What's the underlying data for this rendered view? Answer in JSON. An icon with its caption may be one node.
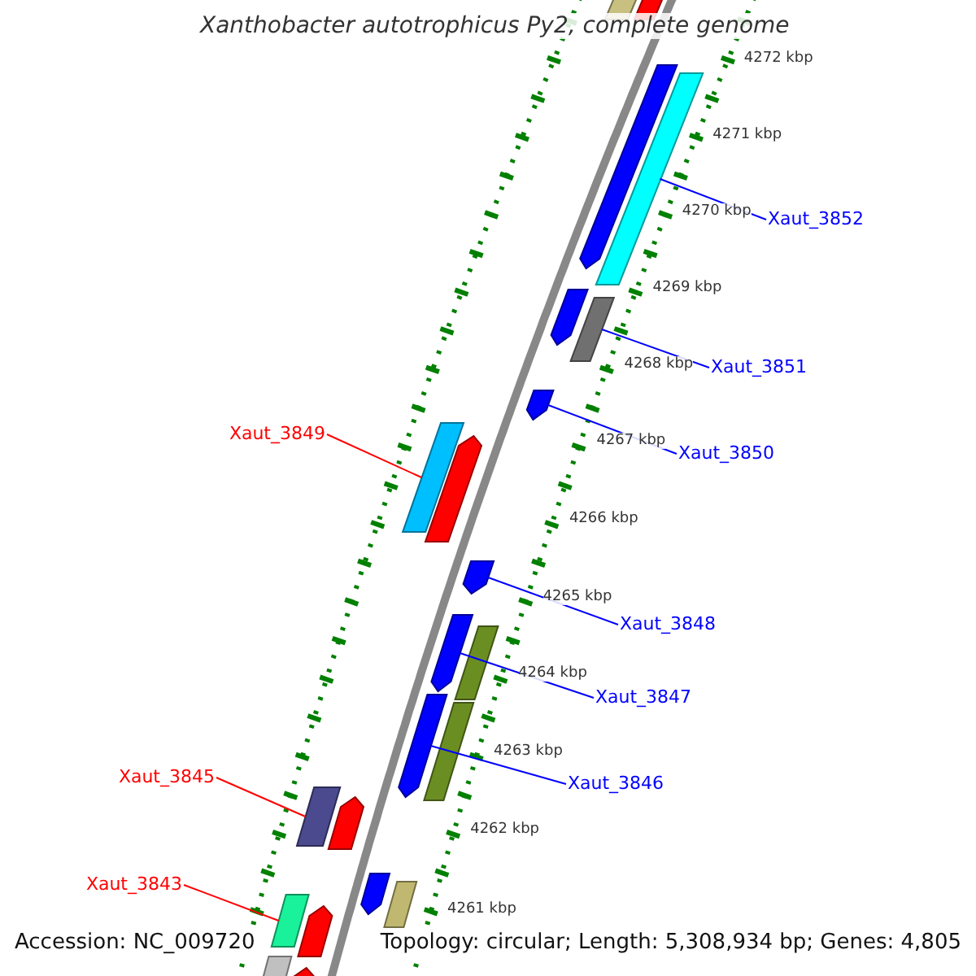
{
  "diagram": {
    "title": "Xanthobacter autotrophicus Py2, complete genome",
    "nodes": [
      {
        "text": [
          "Xaut_3852"
        ]
      },
      {
        "text": [],
        "shape": "bar"
      },
      {
        "text": [
          "Xaut_3851"
        ]
      },
      {
        "text": [],
        "shape": "bar"
      },
      {
        "text": [
          "Xaut_3849"
        ]
      },
      {
        "text": [],
        "shape": "bar"
      },
      {
        "text": [
          "Xaut_3850"
        ]
      },
      {
        "text": [],
        "shape": "bar"
      },
      {
        "text": [
          "Xaut_3848"
        ]
      },
      {
        "text": [],
        "shape": "bar"
      },
      {
        "text": [
          "Xaut_3847"
        ]
      },
      {
        "text": [],
        "shape": "bar"
      },
      {
        "text": [
          "Xaut_3845"
        ]
      },
      {
        "text": [],
        "shape": "bar"
      },
      {
        "text": [
          "Xaut_3846"
        ]
      },
      {
        "text": [],
        "shape": "bar"
      },
      {
        "text": [
          "Xaut_3843"
        ]
      },
      {
        "text": [],
        "shape": "bar"
      },
      {
        "text": [],
        "shape": "bar"
      },
      {
        "text": [],
        "shape": "bar"
      },
      {
        "text": [],
        "shape": "bar"
      },
      {
        "text": [],
        "shape": "bar"
      },
      {
        "text": [],
        "shape": "bar"
      },
      {
        "text": [],
        "shape": "bar"
      },
      {
        "text": [],
        "shape": "bar"
      },
      {
        "text": [],
        "shape": "bar"
      },
      {
        "text": [],
        "shape": "bar"
      },
      {
        "text": [],
        "shape": "bar"
      },
      {
        "text": [],
        "shape": "bar"
      },
      {
        "text": [],
        "shape": "bar"
      },
      {
        "text": [],
        "shape": "bar"
      }
    ],
    "edges": [
      {
        "from": 0,
        "to": 1,
        "arrow": "none"
      },
      {
        "from": 2,
        "to": 3,
        "arrow": "none"
      },
      {
        "from": 4,
        "to": 5,
        "arrow": "none",
        "color": "#ff0000"
      },
      {
        "from": 6,
        "to": 7,
        "arrow": "none"
      },
      {
        "from": 8,
        "to": 9,
        "arrow": "none"
      },
      {
        "from": 10,
        "to": 11,
        "arrow": "none"
      },
      {
        "from": 12,
        "to": 13,
        "arrow": "none",
        "color": "#ff0000"
      },
      {
        "from": 14,
        "to": 15,
        "arrow": "none"
      },
      {
        "from": 16,
        "to": 17,
        "arrow": "none",
        "color": "#ff0000"
      }
    ],
    "labels": [
      "4272 kbp",
      "4271 kbp",
      "4270 kbp",
      "4269 kbp",
      "4268 kbp",
      "4267 kbp",
      "4266 kbp",
      "4265 kbp",
      "4264 kbp",
      "4263 kbp",
      "4262 kbp",
      "4261 kbp",
      "Accession: NC_009720",
      "Topology: circular; Length: 5,308,934 bp; Genes: 4,805"
    ]
  }
}
